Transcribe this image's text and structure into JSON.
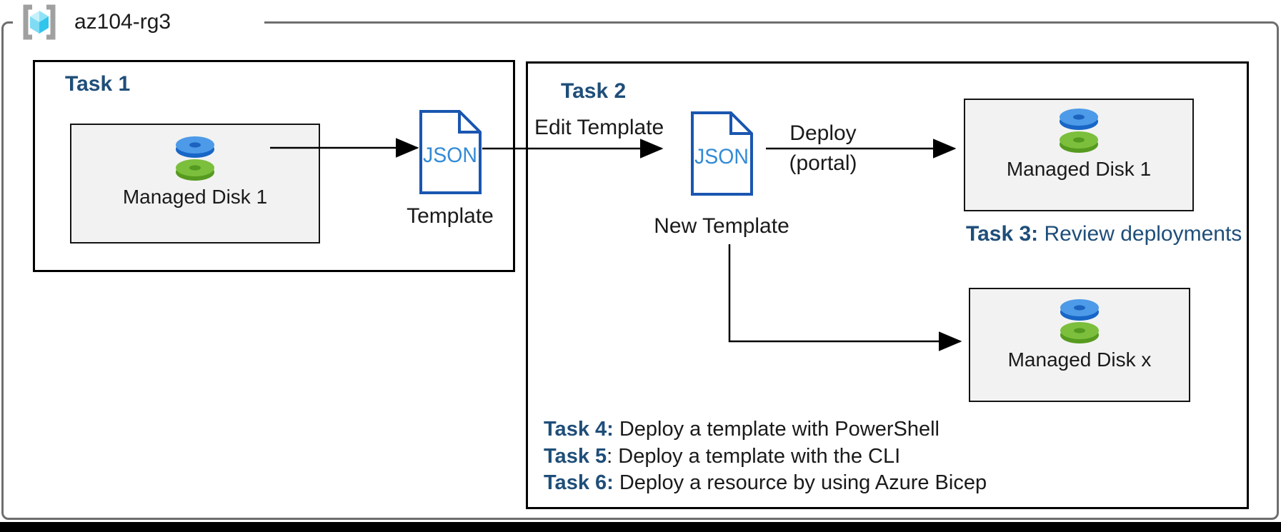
{
  "resource_group": {
    "name": "az104-rg3"
  },
  "colors": {
    "heading_blue": "#1F4E79",
    "body_text": "#1a1a1a",
    "box_fill": "#F2F2F2",
    "box_border": "#000000",
    "rg_border_gray": "#6E6E6E",
    "json_icon_border": "#1A56B0",
    "json_icon_text": "#338AD6",
    "disk_blue_top": "#4D9AE8",
    "disk_blue_side": "#1866C6",
    "disk_green_top": "#7BBF3C",
    "disk_green_side": "#569B1F",
    "rg_bracket_gray": "#A0A0A0",
    "rg_cube_cyan": "#31C5EC"
  },
  "task1": {
    "title": "Task 1",
    "disk_box": {
      "label": "Managed Disk 1"
    },
    "template": {
      "icon_text": "JSON",
      "label": "Template"
    }
  },
  "task2": {
    "title": "Task 2",
    "edit_arrow_label": "Edit Template",
    "new_template": {
      "icon_text": "JSON",
      "label": "New Template"
    },
    "deploy_label_line1": "Deploy",
    "deploy_label_line2": "(portal)",
    "disk_box_1": {
      "label": "Managed Disk 1"
    },
    "disk_box_x": {
      "label": "Managed Disk x"
    },
    "task3": {
      "bold": "Task 3:",
      "rest": " Review deployments"
    },
    "tasks": [
      {
        "bold": "Task 4:",
        "rest": " Deploy a template with PowerShell"
      },
      {
        "bold": "Task 5",
        "rest": ": Deploy a template with the CLI"
      },
      {
        "bold": "Task 6:",
        "rest": " Deploy a resource by using Azure Bicep"
      }
    ]
  }
}
